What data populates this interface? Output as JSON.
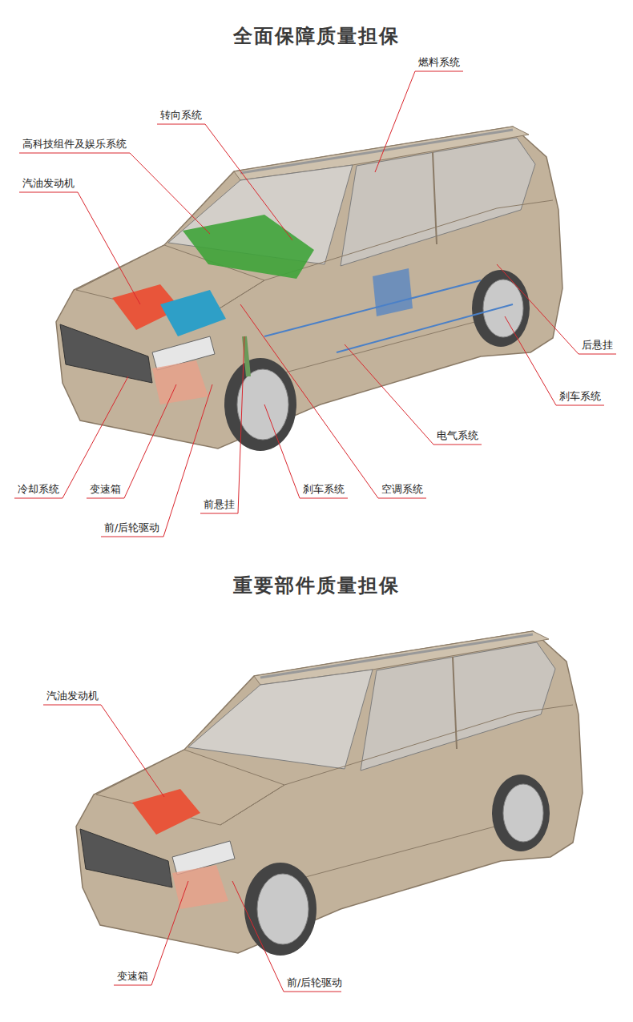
{
  "diagram": {
    "title": "全面保障质量担保",
    "labels": [
      "燃料系统",
      "转向系统",
      "高科技组件及娱乐系统",
      "汽油发动机",
      "后悬挂",
      "刹车系统",
      "电气系统",
      "冷却系统",
      "变速箱",
      "刹车系统",
      "空调系统",
      "前悬挂",
      "前/后轮驱动",
      "重要部件质量担保",
      "汽油发动机",
      "变速箱",
      "前/后轮驱动"
    ]
  }
}
